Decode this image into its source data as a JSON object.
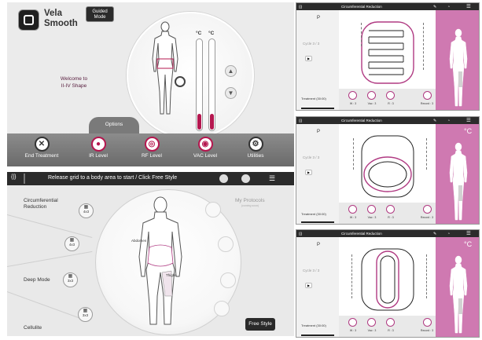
{
  "home": {
    "brand": "Vela\nSmooth",
    "guided_mode": "Guided\nMode",
    "welcome": "Welcome to\nII-IV Shape",
    "unit_left": "°C",
    "unit_right": "°C",
    "gauge_left_level": 0.17,
    "gauge_right_level": 0.17,
    "options_label": "Options",
    "tools": [
      {
        "label": "End Treatment",
        "icon": "close-icon"
      },
      {
        "label": "IR Level",
        "icon": "bulb-icon"
      },
      {
        "label": "RF Level",
        "icon": "rf-icon"
      },
      {
        "label": "VAC Level",
        "icon": "vac-icon"
      },
      {
        "label": "Utilities",
        "icon": "gear-icon"
      }
    ],
    "colors": {
      "accent": "#b5174f",
      "bar": "#7a7a7a"
    }
  },
  "body_area": {
    "title": "Release grid to a body area to start / Click Free Style",
    "sections": [
      "Circumferential\nReduction",
      "Deep Mode",
      "Cellulite"
    ],
    "grids": [
      "4x3",
      "4x3",
      "3x3",
      "3x3"
    ],
    "my_protocols": "My Protocols",
    "my_protocols_sub": "(coming soon)",
    "abdomen_label": "Abdomen",
    "thighs_label": "Thighs",
    "free_style": "Free Style"
  },
  "panels": [
    {
      "title": "Circumferential Reduction",
      "p": "P",
      "degc": "",
      "cycle": "Cycle 3 / 3",
      "treatment": "Treatment (30:00)",
      "buttons": [
        "W : 3",
        "Vac : 3",
        "R : 3"
      ],
      "record": "Record : 3",
      "pattern": "zigzag"
    },
    {
      "title": "Circumferential Reduction",
      "p": "P",
      "degc": "°C",
      "cycle": "Cycle 3 / 3",
      "treatment": "Treatment (30:00)",
      "buttons": [
        "W : 3",
        "Vac : 3",
        "R : 3"
      ],
      "record": "Record : 3",
      "pattern": "circle"
    },
    {
      "title": "Circumferential Reduction",
      "p": "P",
      "degc": "°C",
      "cycle": "Cycle 3 / 3",
      "treatment": "Treatment (30:00)",
      "buttons": [
        "W : 3",
        "Vac : 3",
        "R : 3"
      ],
      "record": "Record : 3",
      "pattern": "vertical"
    }
  ],
  "colors": {
    "pink": "#cf79b1",
    "magenta": "#b03a82"
  }
}
